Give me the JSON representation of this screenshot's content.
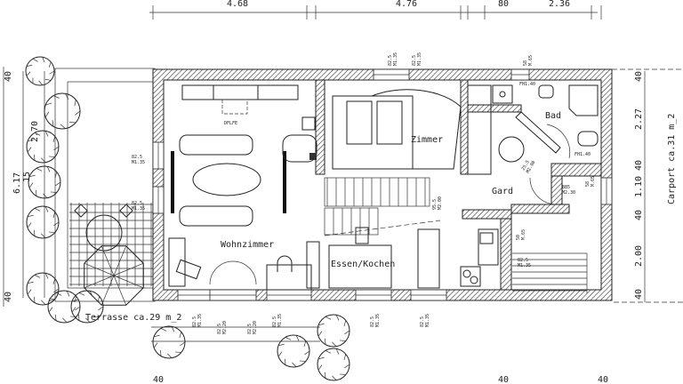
{
  "plan": {
    "top_dimensions": [
      "4.68",
      "4.76",
      "80",
      "2.36"
    ],
    "left_dimensions": [
      "40",
      "2.70",
      "15",
      "6.17",
      "40"
    ],
    "right_dimensions": [
      "40",
      "2.27",
      "40",
      "1.10",
      "40",
      "2.00",
      "40"
    ],
    "bottom_dimensions": [
      "40",
      "40",
      "40"
    ],
    "rooms": {
      "wohnzimmer": "Wohnzimmer",
      "zimmer": "Zimmer",
      "bad": "Bad",
      "gard": "Gard",
      "essen_kochen": "Essen/Kochen",
      "dflfe": "DFLFE",
      "terrasse": "Terrasse ca.29 m_2",
      "carport": "Carport ca.31 m_2"
    },
    "openings": {
      "w1": [
        "82.5",
        "M1.35"
      ],
      "w2": [
        "82.5",
        "M1.35"
      ],
      "w3": [
        "58",
        "M.65"
      ],
      "w4": [
        "82.5",
        "M1.35"
      ],
      "w5": [
        "82.5",
        "M1.35"
      ],
      "w6": [
        "82.5",
        "M1.35"
      ],
      "w7": [
        "82.5",
        "M2.20"
      ],
      "w8": [
        "82.5",
        "M2.20"
      ],
      "w9": [
        "82.5",
        "M1.35"
      ],
      "w10": [
        "82.5",
        "M1.35"
      ],
      "w11": [
        "82.5",
        "M1.35"
      ],
      "d1": [
        "95.5",
        "M2.00"
      ],
      "d2": [
        "25.5",
        "M2.00"
      ],
      "d3": [
        "885",
        "M2.30"
      ],
      "w12": [
        "58",
        "M.65"
      ],
      "w13": [
        "50",
        "M.65"
      ],
      "w14": [
        "82.5",
        "M1.35"
      ],
      "fh1": "FH1.40",
      "fh2": "FH1.40"
    }
  }
}
